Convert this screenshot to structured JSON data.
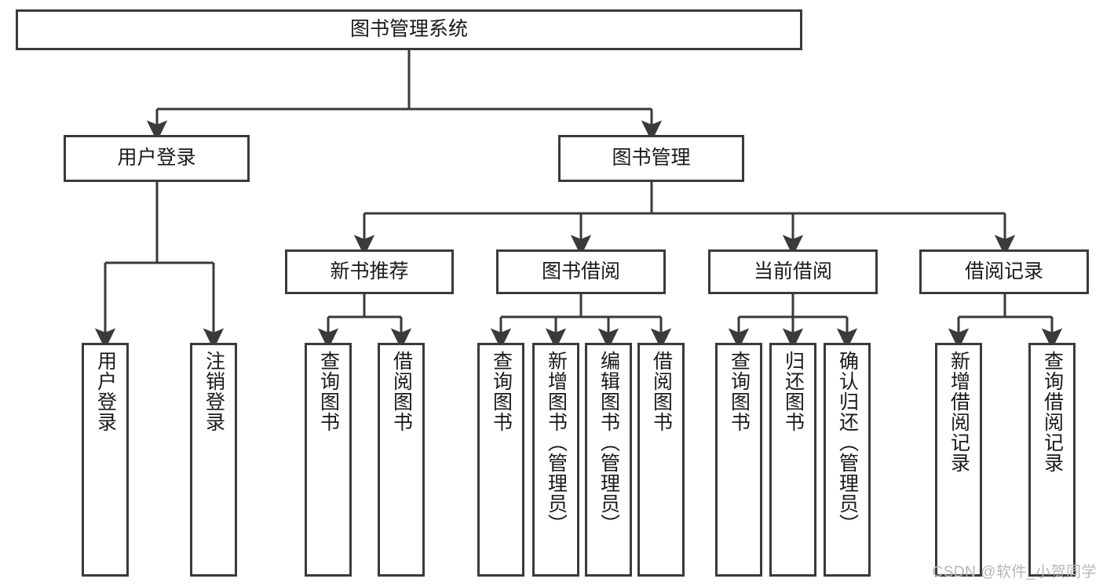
{
  "diagram": {
    "type": "hierarchy-tree",
    "title": "图书管理系统",
    "root": {
      "label": "图书管理系统"
    },
    "level2": [
      {
        "id": "user-login",
        "label": "用户登录"
      },
      {
        "id": "book-management",
        "label": "图书管理"
      }
    ],
    "level3": [
      {
        "id": "new-book-recommend",
        "label": "新书推荐",
        "parent": "book-management"
      },
      {
        "id": "book-borrow",
        "label": "图书借阅",
        "parent": "book-management"
      },
      {
        "id": "current-borrow",
        "label": "当前借阅",
        "parent": "book-management"
      },
      {
        "id": "borrow-record",
        "label": "借阅记录",
        "parent": "book-management"
      }
    ],
    "leaves": [
      {
        "id": "leaf-user-login",
        "label": "用户登录",
        "parent": "user-login"
      },
      {
        "id": "leaf-logout-login",
        "label": "注销登录",
        "parent": "user-login"
      },
      {
        "id": "leaf-query-book-1",
        "label": "查询图书",
        "parent": "new-book-recommend"
      },
      {
        "id": "leaf-borrow-book-1",
        "label": "借阅图书",
        "parent": "new-book-recommend"
      },
      {
        "id": "leaf-query-book-2",
        "label": "查询图书",
        "parent": "book-borrow"
      },
      {
        "id": "leaf-add-book",
        "label": "新增图书（管理员）",
        "parent": "book-borrow"
      },
      {
        "id": "leaf-edit-book",
        "label": "编辑图书（管理员）",
        "parent": "book-borrow"
      },
      {
        "id": "leaf-borrow-book-2",
        "label": "借阅图书",
        "parent": "book-borrow"
      },
      {
        "id": "leaf-query-book-3",
        "label": "查询图书",
        "parent": "current-borrow"
      },
      {
        "id": "leaf-return-book",
        "label": "归还图书",
        "parent": "current-borrow"
      },
      {
        "id": "leaf-confirm-return",
        "label": "确认归还（管理员）",
        "parent": "current-borrow"
      },
      {
        "id": "leaf-add-record",
        "label": "新增借阅记录",
        "parent": "borrow-record"
      },
      {
        "id": "leaf-query-record",
        "label": "查询借阅记录",
        "parent": "borrow-record"
      }
    ]
  },
  "watermark": {
    "text": "CSDN @软件_小贺同学"
  },
  "colors": {
    "stroke": "#3a3a3a",
    "background": "#ffffff",
    "text": "#1a1a1a",
    "watermark": "#b6b6b6"
  }
}
